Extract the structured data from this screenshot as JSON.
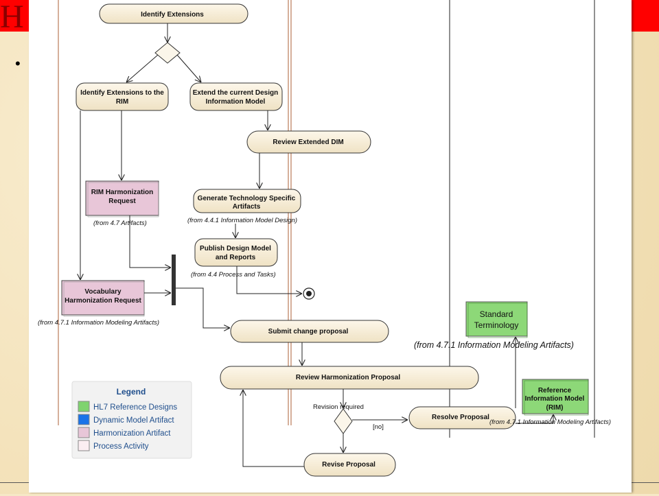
{
  "slide": {
    "title_fragment": "H",
    "bullet": "•"
  },
  "activities": {
    "identify_extensions": "Identify Extensions",
    "identify_to_rim_1": "Identify Extensions to the",
    "identify_to_rim_2": "RIM",
    "extend_dim_1": "Extend the current Design",
    "extend_dim_2": "Information Model",
    "review_extended_dim": "Review Extended DIM",
    "generate_tech_1": "Generate Technology Specific",
    "generate_tech_2": "Artifacts",
    "publish_1": "Publish Design Model",
    "publish_2": "and Reports",
    "submit_change": "Submit change proposal",
    "review_harmonization": "Review Harmonization Proposal",
    "resolve_proposal": "Resolve Proposal",
    "revise_proposal": "Revise Proposal"
  },
  "artifacts": {
    "rim_request_1": "RIM Harmonization",
    "rim_request_2": "Request",
    "vocab_request_1": "Vocabulary",
    "vocab_request_2": "Harmonization Request",
    "standard_term_1": "Standard",
    "standard_term_2": "Terminology",
    "rim_1": "Reference",
    "rim_2": "Information Model",
    "rim_3": "(RIM)"
  },
  "notes": {
    "from_47": "(from 4.7 Artifacts)",
    "from_441": "(from 4.4.1 Information Model Design)",
    "from_44": "(from 4.4 Process and Tasks)",
    "from_471_vocab": "(from 4.7.1 Information Modeling Artifacts)",
    "from_471_std": "(from 4.7.1 Information Modeling Artifacts)",
    "from_471_rim": "(from 4.7.1 Information Modeling Artifacts)"
  },
  "guards": {
    "revision_required": "Revision required",
    "no": "[no]"
  },
  "legend": {
    "title": "Legend",
    "items": [
      {
        "label": "HL7 Reference Designs",
        "color": "#7fd36f"
      },
      {
        "label": "Dynamic Model Artifact",
        "color": "#1a73e8"
      },
      {
        "label": "Harmonization Artifact",
        "color": "#e8c6d8"
      },
      {
        "label": "Process Activity",
        "color": "#fbeef2"
      }
    ]
  },
  "colors": {
    "activity_fill": "#f6ecd6",
    "harmonization_artifact": "#e8c6d8",
    "reference_design": "#7fd36f",
    "title_red": "#ff0000"
  }
}
